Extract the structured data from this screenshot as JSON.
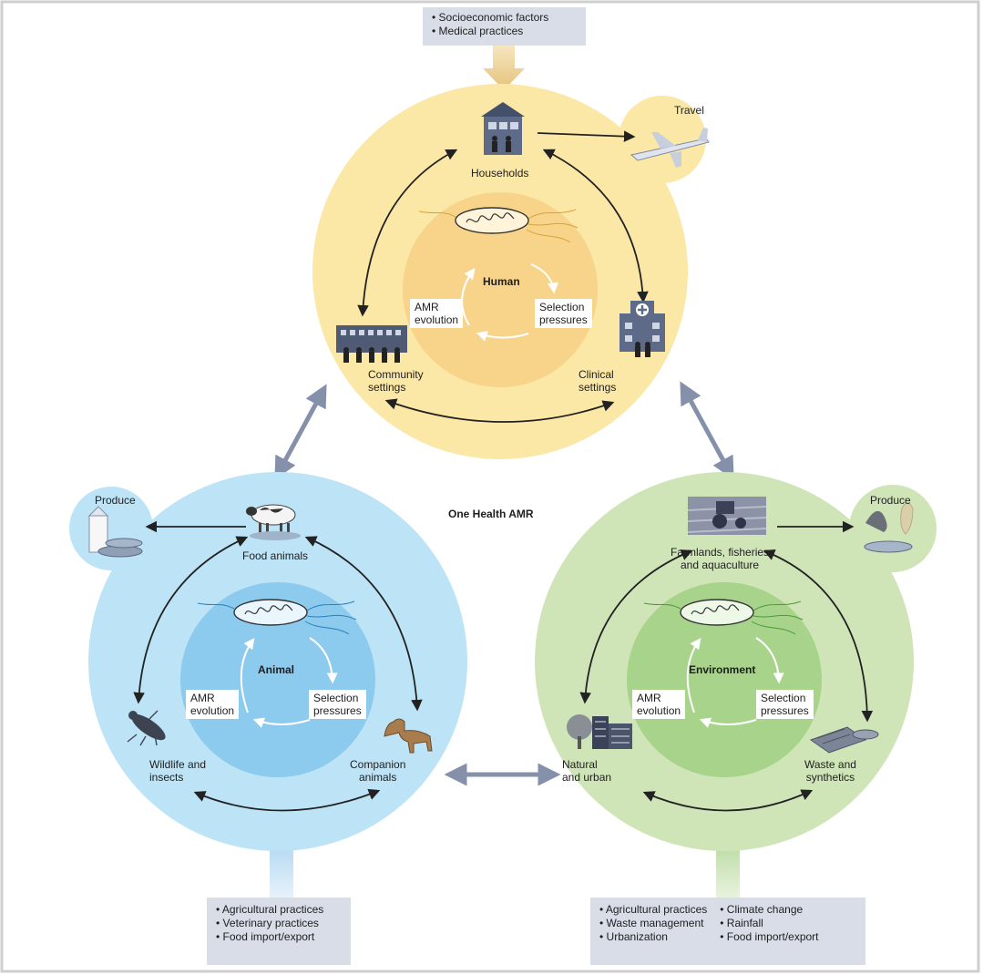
{
  "title": "One Health AMR",
  "human": {
    "name": "Human",
    "nodes": {
      "households": "Households",
      "community": [
        "Community",
        "settings"
      ],
      "clinical": [
        "Clinical",
        "settings"
      ]
    },
    "cycle": {
      "evolution": [
        "AMR",
        "evolution"
      ],
      "pressures": [
        "Selection",
        "pressures"
      ]
    },
    "travel": "Travel",
    "factors": [
      "Socioeconomic factors",
      "Medical practices"
    ],
    "color": "#fbe7a6"
  },
  "animal": {
    "name": "Animal",
    "nodes": {
      "food": "Food animals",
      "wildlife": [
        "Wildlife and",
        "insects"
      ],
      "companion": [
        "Companion",
        "animals"
      ]
    },
    "cycle": {
      "evolution": [
        "AMR",
        "evolution"
      ],
      "pressures": [
        "Selection",
        "pressures"
      ]
    },
    "produce": "Produce",
    "factors": [
      "Agricultural practices",
      "Veterinary practices",
      "Food import/export"
    ],
    "color": "#bde3f6"
  },
  "environment": {
    "name": "Environment",
    "nodes": {
      "farmlands": [
        "Farmlands, fisheries",
        "and aquaculture"
      ],
      "natural": [
        "Natural",
        "and urban"
      ],
      "waste": [
        "Waste and",
        "synthetics"
      ]
    },
    "cycle": {
      "evolution": [
        "AMR",
        "evolution"
      ],
      "pressures": [
        "Selection",
        "pressures"
      ]
    },
    "produce": "Produce",
    "factors_left": [
      "Agricultural practices",
      "Waste management",
      "Urbanization"
    ],
    "factors_right": [
      "Climate change",
      "Rainfall",
      "Food import/export"
    ],
    "color": "#cfe5b8"
  }
}
